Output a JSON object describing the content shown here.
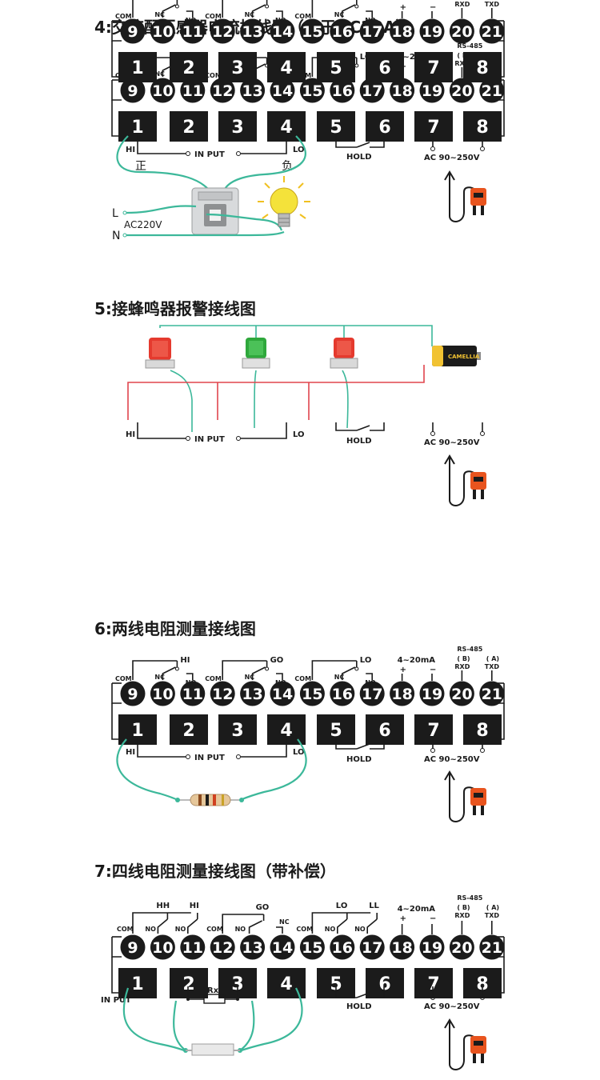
{
  "sections": [
    {
      "title": "4:交流配互感器电流接线图（大于DC20A）",
      "input_label": "IN PUT",
      "hi_label": "HI",
      "lo_label": "LO",
      "pos_label": "正",
      "neg_label": "负",
      "hold_label": "HOLD",
      "ac_label": "AC 90~250V",
      "line_l": "L",
      "line_n": "N",
      "supply_label": "AC220V"
    },
    {
      "title": "5:接蜂鸣器报警接线图",
      "input_label": "IN PUT",
      "hi_label": "HI",
      "lo_label": "LO",
      "hold_label": "HOLD",
      "ac_label": "AC 90~250V",
      "battery_label": "CAMELLIA"
    },
    {
      "title": "6:两线电阻测量接线图",
      "input_label": "IN PUT",
      "hi_label": "HI",
      "lo_label": "LO",
      "hold_label": "HOLD",
      "ac_label": "AC 90~250V"
    },
    {
      "title": "7:四线电阻测量接线图（带补偿）",
      "input_label": "IN PUT",
      "rx_label": "Rx",
      "hold_label": "HOLD",
      "ac_label": "AC 90~250V"
    }
  ],
  "terminals_top": [
    "9",
    "10",
    "11",
    "12",
    "13",
    "14",
    "15",
    "16",
    "17",
    "18",
    "19",
    "20",
    "21"
  ],
  "terminals_bottom": [
    "1",
    "2",
    "3",
    "4",
    "5",
    "6",
    "7",
    "8"
  ],
  "relay_labels_std": {
    "com": "COM",
    "no": "NO",
    "nc": "NC",
    "hi": "HI",
    "go": "GO",
    "lo": "LO",
    "analog": "4~20mA",
    "plus": "+",
    "minus": "−",
    "rs485": "RS-485",
    "b": "( B)",
    "a": "( A)",
    "rxd": "RXD",
    "txd": "TXD"
  },
  "relay_labels_4w": {
    "hh": "HH",
    "hi": "HI",
    "go": "GO",
    "lo": "LO",
    "ll": "LL"
  },
  "colors": {
    "terminal": "#1b1b1b",
    "wire_teal": "#3cb89a",
    "wire_red": "#e0454d",
    "plug_orange": "#e8541e",
    "lamp_yellow": "#f4e23a",
    "beacon_red": "#e53a2e",
    "beacon_green": "#2fa83c"
  }
}
